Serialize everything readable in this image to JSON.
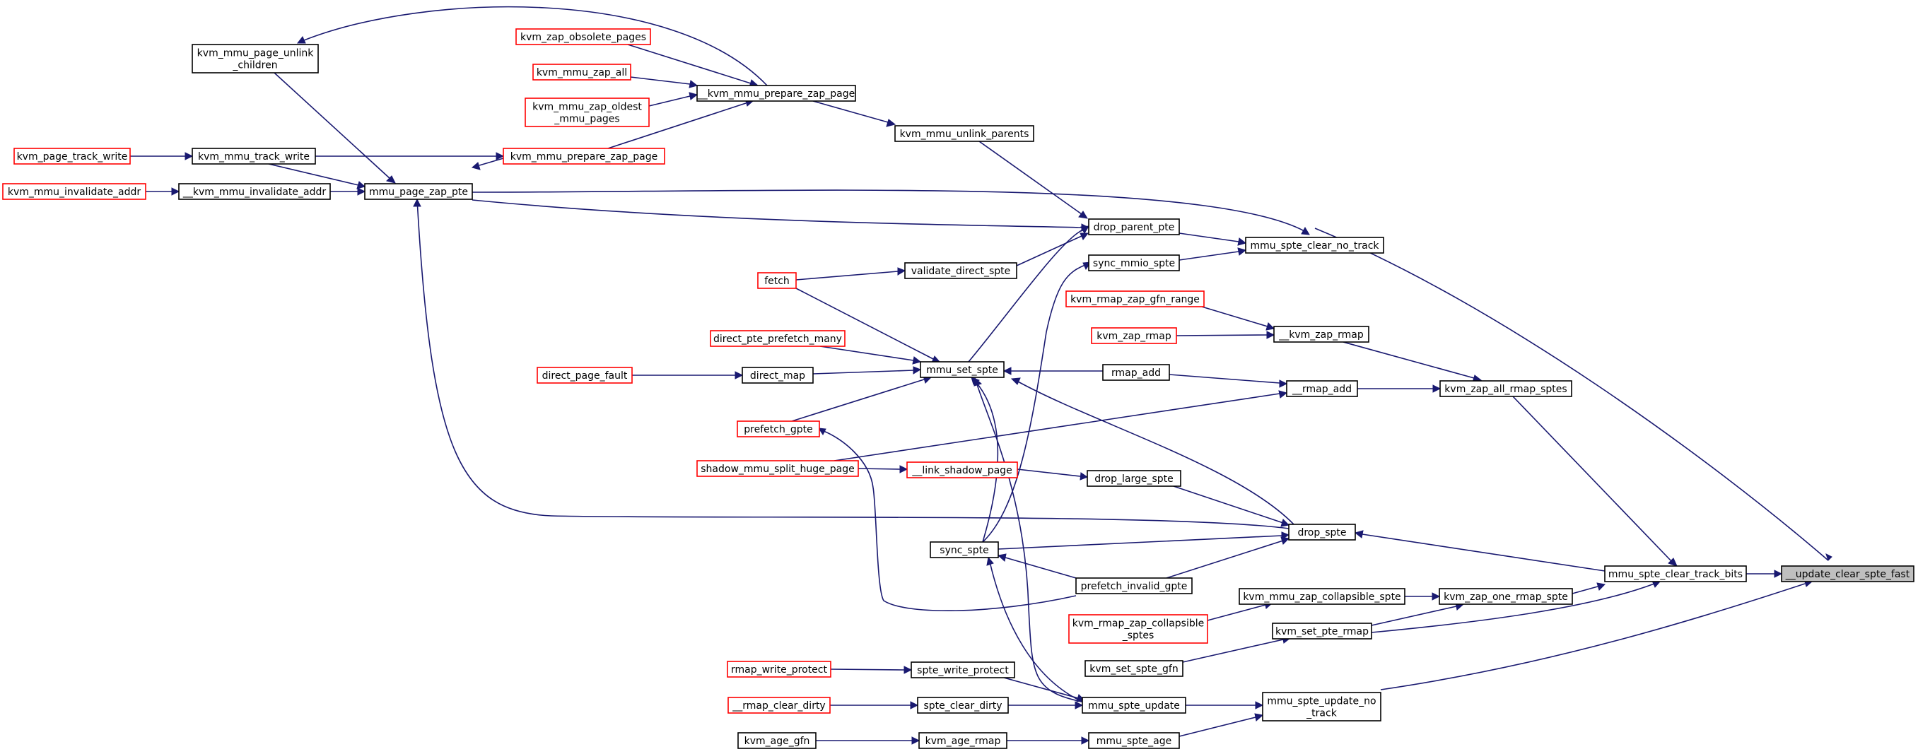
{
  "nodes": {
    "update_clear_spte_fast": {
      "lines": [
        "__update_clear_spte_fast"
      ],
      "style": "focus"
    },
    "mmu_spte_clear_no_track": {
      "lines": [
        "mmu_spte_clear_no_track"
      ],
      "style": "black"
    },
    "mmu_spte_clear_track_bits": {
      "lines": [
        "mmu_spte_clear_track_bits"
      ],
      "style": "black"
    },
    "mmu_spte_update_no_track": {
      "lines": [
        "mmu_spte_update_no",
        "_track"
      ],
      "style": "black"
    },
    "drop_parent_pte": {
      "lines": [
        "drop_parent_pte"
      ],
      "style": "black"
    },
    "sync_mmio_spte": {
      "lines": [
        "sync_mmio_spte"
      ],
      "style": "black"
    },
    "mmu_page_zap_pte": {
      "lines": [
        "mmu_page_zap_pte"
      ],
      "style": "black"
    },
    "kvm_mmu_unlink_parents": {
      "lines": [
        "kvm_mmu_unlink_parents"
      ],
      "style": "black"
    },
    "validate_direct_spte": {
      "lines": [
        "validate_direct_spte"
      ],
      "style": "black"
    },
    "mmu_set_spte": {
      "lines": [
        "mmu_set_spte"
      ],
      "style": "black"
    },
    "sync_spte": {
      "lines": [
        "sync_spte"
      ],
      "style": "black"
    },
    "kvm_mmu_page_unlink_children": {
      "lines": [
        "kvm_mmu_page_unlink",
        "_children"
      ],
      "style": "black"
    },
    "kvm_mmu_track_write": {
      "lines": [
        "kvm_mmu_track_write"
      ],
      "style": "black"
    },
    "kvm_mmu_invalidate_addr_inner": {
      "lines": [
        "__kvm_mmu_invalidate_addr"
      ],
      "style": "black"
    },
    "kvm_mmu_prepare_zap_page_inner": {
      "lines": [
        "__kvm_mmu_prepare_zap_page"
      ],
      "style": "black"
    },
    "kvm_mmu_prepare_zap_page": {
      "lines": [
        "kvm_mmu_prepare_zap_page"
      ],
      "style": "red"
    },
    "kvm_zap_obsolete_pages": {
      "lines": [
        "kvm_zap_obsolete_pages"
      ],
      "style": "red"
    },
    "kvm_mmu_zap_all": {
      "lines": [
        "kvm_mmu_zap_all"
      ],
      "style": "red"
    },
    "kvm_mmu_zap_oldest_mmu_pages": {
      "lines": [
        "kvm_mmu_zap_oldest",
        "_mmu_pages"
      ],
      "style": "red"
    },
    "kvm_page_track_write": {
      "lines": [
        "kvm_page_track_write"
      ],
      "style": "red"
    },
    "kvm_mmu_invalidate_addr": {
      "lines": [
        "kvm_mmu_invalidate_addr"
      ],
      "style": "red"
    },
    "fetch": {
      "lines": [
        "fetch"
      ],
      "style": "red"
    },
    "direct_pte_prefetch_many": {
      "lines": [
        "direct_pte_prefetch_many"
      ],
      "style": "red"
    },
    "direct_map": {
      "lines": [
        "direct_map"
      ],
      "style": "black"
    },
    "direct_page_fault": {
      "lines": [
        "direct_page_fault"
      ],
      "style": "red"
    },
    "prefetch_gpte": {
      "lines": [
        "prefetch_gpte"
      ],
      "style": "red"
    },
    "kvm_zap_all_rmap_sptes": {
      "lines": [
        "kvm_zap_all_rmap_sptes"
      ],
      "style": "black"
    },
    "kvm_zap_rmap_inner": {
      "lines": [
        "__kvm_zap_rmap"
      ],
      "style": "black"
    },
    "kvm_rmap_zap_gfn_range": {
      "lines": [
        "kvm_rmap_zap_gfn_range"
      ],
      "style": "red"
    },
    "kvm_zap_rmap": {
      "lines": [
        "kvm_zap_rmap"
      ],
      "style": "red"
    },
    "rmap_add_inner": {
      "lines": [
        "__rmap_add"
      ],
      "style": "black"
    },
    "rmap_add": {
      "lines": [
        "rmap_add"
      ],
      "style": "black"
    },
    "shadow_mmu_split_huge_page": {
      "lines": [
        "shadow_mmu_split_huge_page"
      ],
      "style": "red"
    },
    "drop_spte": {
      "lines": [
        "drop_spte"
      ],
      "style": "black"
    },
    "drop_large_spte": {
      "lines": [
        "drop_large_spte"
      ],
      "style": "black"
    },
    "link_shadow_page": {
      "lines": [
        "__link_shadow_page"
      ],
      "style": "red"
    },
    "prefetch_invalid_gpte": {
      "lines": [
        "prefetch_invalid_gpte"
      ],
      "style": "black"
    },
    "kvm_zap_one_rmap_spte": {
      "lines": [
        "kvm_zap_one_rmap_spte"
      ],
      "style": "black"
    },
    "kvm_mmu_zap_collapsible_spte": {
      "lines": [
        "kvm_mmu_zap_collapsible_spte"
      ],
      "style": "black"
    },
    "kvm_rmap_zap_collapsible_sptes": {
      "lines": [
        "kvm_rmap_zap_collapsible",
        "_sptes"
      ],
      "style": "red"
    },
    "kvm_set_pte_rmap": {
      "lines": [
        "kvm_set_pte_rmap"
      ],
      "style": "black"
    },
    "kvm_set_spte_gfn": {
      "lines": [
        "kvm_set_spte_gfn"
      ],
      "style": "black"
    },
    "mmu_spte_update": {
      "lines": [
        "mmu_spte_update"
      ],
      "style": "black"
    },
    "spte_write_protect": {
      "lines": [
        "spte_write_protect"
      ],
      "style": "black"
    },
    "rmap_write_protect": {
      "lines": [
        "rmap_write_protect"
      ],
      "style": "red"
    },
    "spte_clear_dirty": {
      "lines": [
        "spte_clear_dirty"
      ],
      "style": "black"
    },
    "rmap_clear_dirty": {
      "lines": [
        "__rmap_clear_dirty"
      ],
      "style": "red"
    },
    "mmu_spte_age": {
      "lines": [
        "mmu_spte_age"
      ],
      "style": "black"
    },
    "kvm_age_rmap": {
      "lines": [
        "kvm_age_rmap"
      ],
      "style": "black"
    },
    "kvm_age_gfn": {
      "lines": [
        "kvm_age_gfn"
      ],
      "style": "black"
    }
  },
  "colors": {
    "edge": "#191970",
    "node_border": "#000000",
    "truncated_node_border": "#ff0000",
    "focus_fill": "#bfbfbf",
    "background": "#ffffff"
  }
}
